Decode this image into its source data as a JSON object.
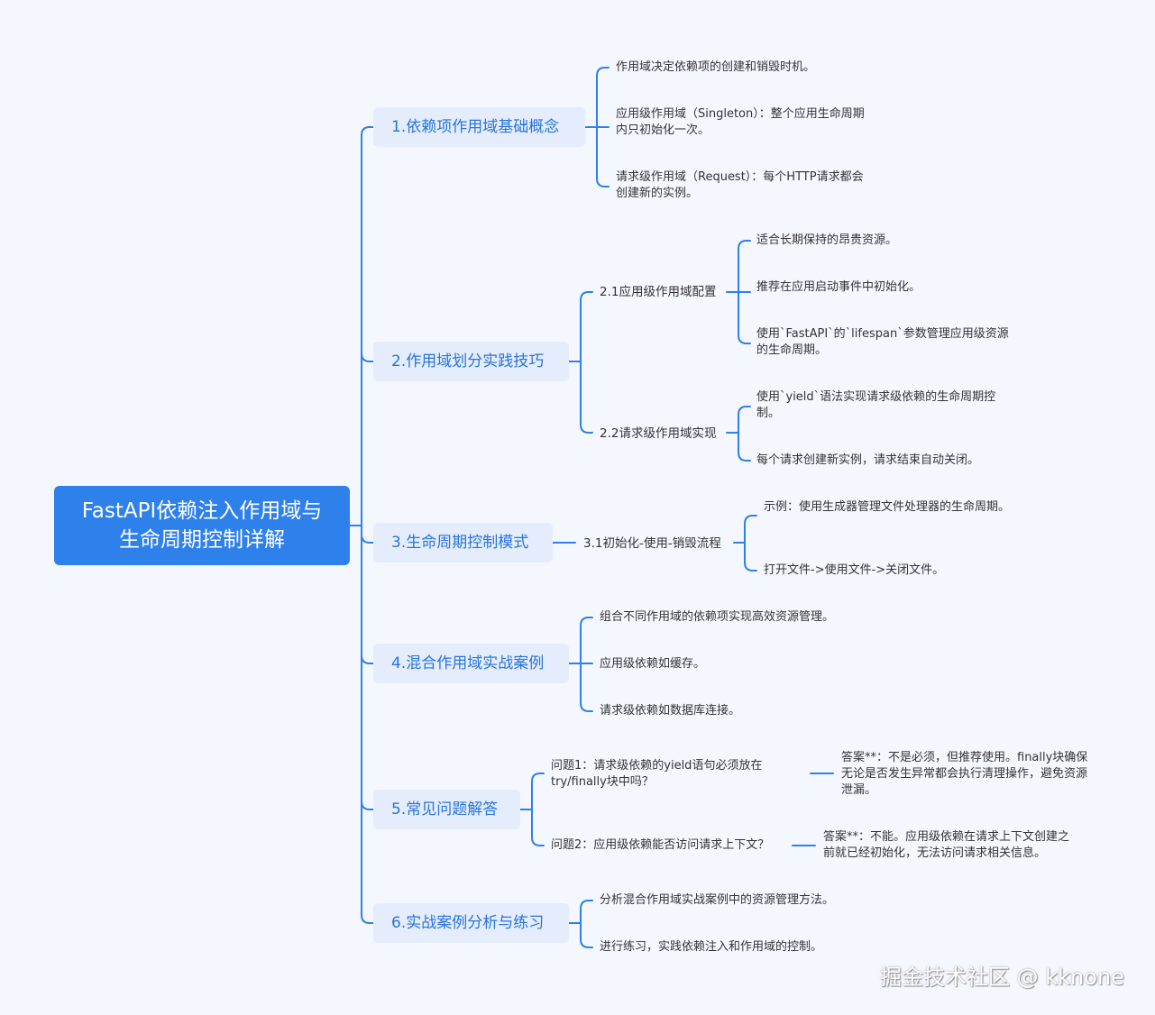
{
  "root": {
    "line1": "FastAPI依赖注入作用域与",
    "line2": "生命周期控制详解"
  },
  "branches": [
    {
      "label": "1.依赖项作用域基础概念",
      "leaves": [
        "作用域决定依赖项的创建和销毁时机。",
        "应用级作用域（Singleton）：整个应用生命周期内只初始化一次。",
        "请求级作用域（Request）：每个HTTP请求都会创建新的实例。"
      ]
    },
    {
      "label": "2.作用域划分实践技巧",
      "subs": [
        {
          "label": "2.1应用级作用域配置",
          "leaves": [
            "适合长期保持的昂贵资源。",
            "推荐在应用启动事件中初始化。",
            "使用`FastAPI`的`lifespan`参数管理应用级资源的生命周期。"
          ]
        },
        {
          "label": "2.2请求级作用域实现",
          "leaves": [
            "使用`yield`语法实现请求级依赖的生命周期控制。",
            "每个请求创建新实例，请求结束自动关闭。"
          ]
        }
      ]
    },
    {
      "label": "3.生命周期控制模式",
      "subs": [
        {
          "label": "3.1初始化-使用-销毁流程",
          "leaves": [
            "示例：使用生成器管理文件处理器的生命周期。",
            "打开文件->使用文件->关闭文件。"
          ]
        }
      ]
    },
    {
      "label": "4.混合作用域实战案例",
      "leaves": [
        "组合不同作用域的依赖项实现高效资源管理。",
        "应用级依赖如缓存。",
        "请求级依赖如数据库连接。"
      ]
    },
    {
      "label": "5.常见问题解答",
      "subs": [
        {
          "label": "问题1：请求级依赖的yield语句必须放在try/finally块中吗？",
          "leaves": [
            "答案**：不是必须，但推荐使用。finally块确保无论是否发生异常都会执行清理操作，避免资源泄漏。"
          ]
        },
        {
          "label": "问题2：应用级依赖能否访问请求上下文？",
          "leaves": [
            "答案**：不能。应用级依赖在请求上下文创建之前就已经初始化，无法访问请求相关信息。"
          ]
        }
      ]
    },
    {
      "label": "6.实战案例分析与练习",
      "leaves": [
        "分析混合作用域实战案例中的资源管理方法。",
        "进行练习，实践依赖注入和作用域的控制。"
      ]
    }
  ],
  "watermark": "掘金技术社区 @ kknone",
  "colors": {
    "background": "#f4f7fe",
    "root": "#2e80ea",
    "branch_fill": "#e5edfc",
    "branch_text": "#2774dd",
    "line": "#2e80ea"
  }
}
